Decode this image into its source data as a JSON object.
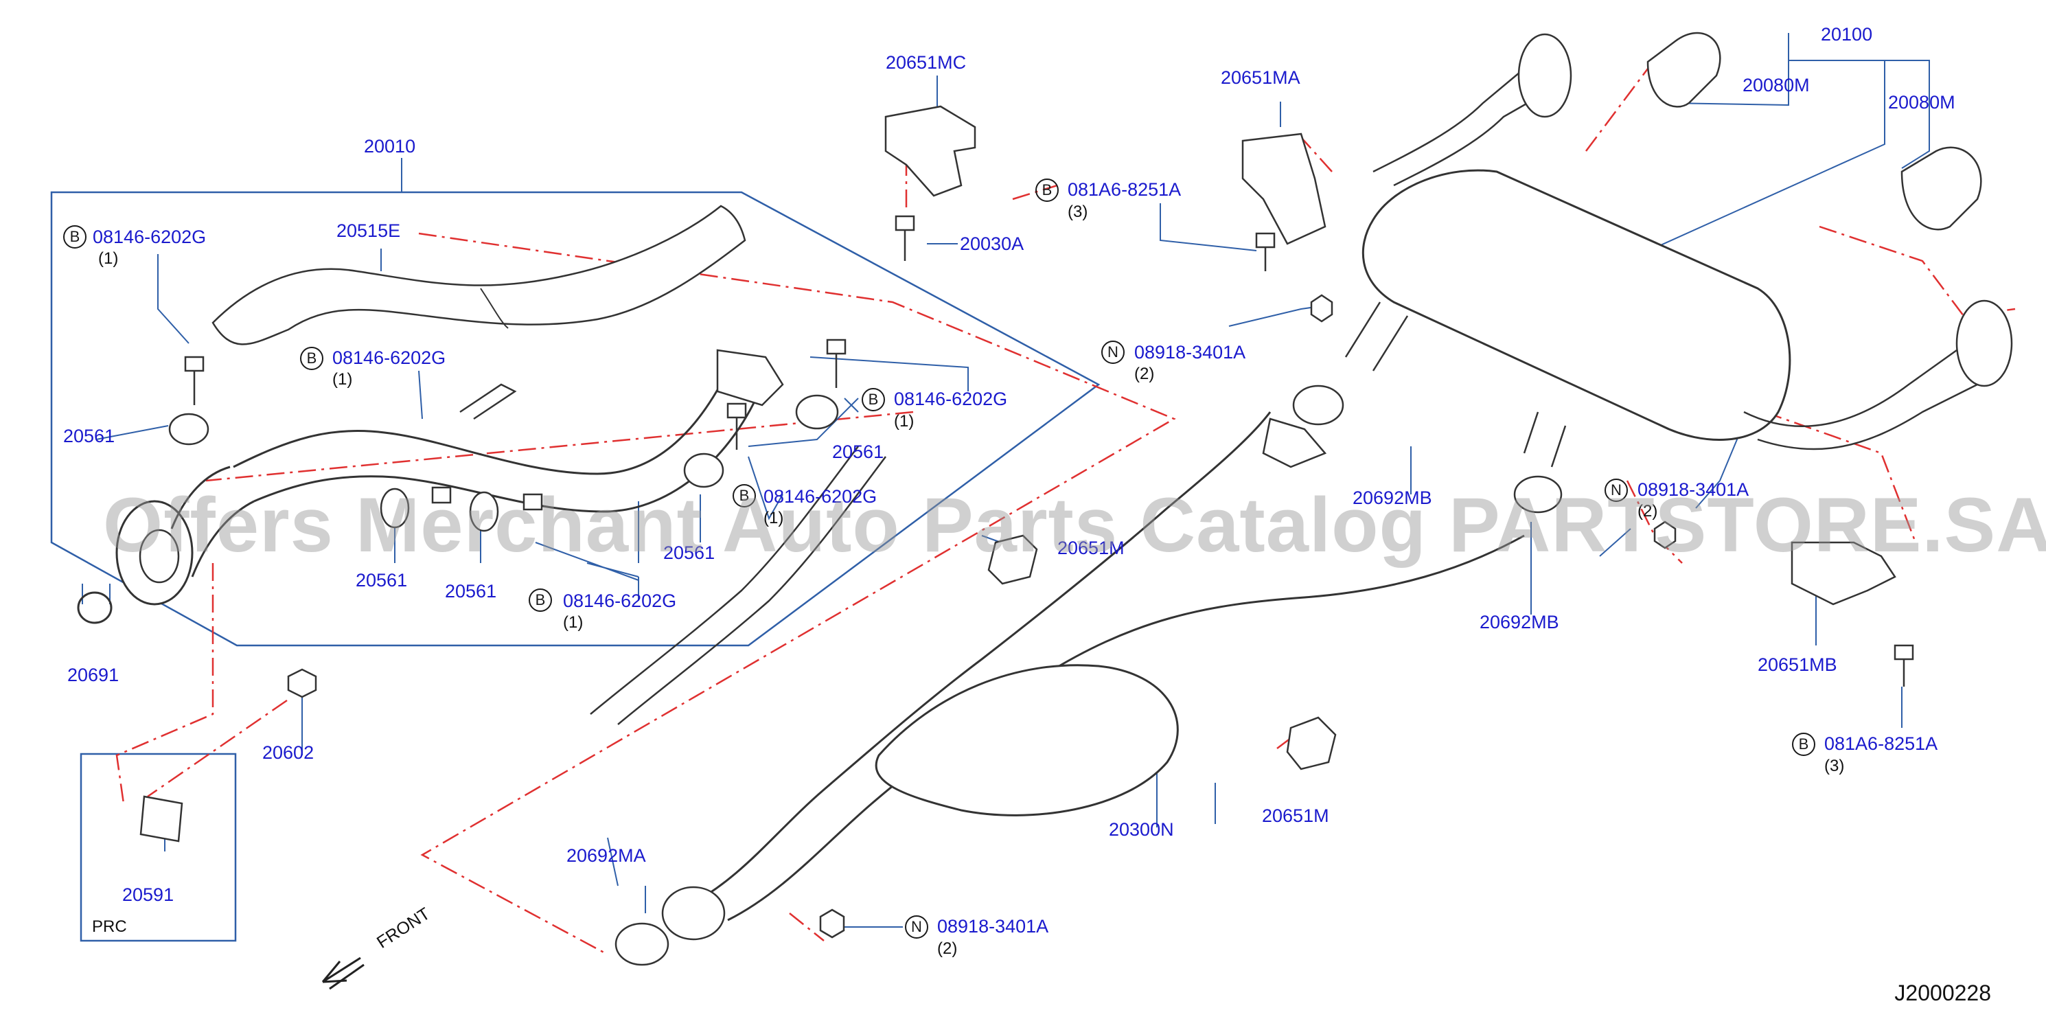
{
  "colors": {
    "callout": "#1a1acd",
    "leader": "#2f5fa8",
    "phantom": "#e03030",
    "part": "#333333"
  },
  "watermark": "Offers Merchant Auto Parts Catalog PARTSTORE.SA",
  "diagram_code": "J2000228",
  "front_label": "FRONT",
  "prc_label": "PRC",
  "labels": {
    "p20010": "20010",
    "p20515E": "20515E",
    "p20651MC": "20651MC",
    "p20030A": "20030A",
    "p20651MA": "20651MA",
    "p20100": "20100",
    "p20080M_a": "20080M",
    "p20080M_b": "20080M",
    "b08146_1": "08146-6202G",
    "b08146_2": "08146-6202G",
    "b08146_3": "08146-6202G",
    "b08146_4": "08146-6202G",
    "b08146_5": "08146-6202G",
    "b081A6_1": "081A6-8251A",
    "b081A6_2": "081A6-8251A",
    "n08918_1": "08918-3401A",
    "n08918_2": "08918-3401A",
    "n08918_3": "08918-3401A",
    "p20561_a": "20561",
    "p20561_b": "20561",
    "p20561_c": "20561",
    "p20561_d": "20561",
    "p20561_e": "20561",
    "p20691": "20691",
    "p20602": "20602",
    "p20591": "20591",
    "p20692MB_a": "20692MB",
    "p20692MB_b": "20692MB",
    "p20651M_a": "20651M",
    "p20651M_b": "20651M",
    "p20651MB": "20651MB",
    "p20300N": "20300N",
    "p20692MA": "20692MA"
  },
  "qty": {
    "q1": "(1)",
    "q2": "(2)",
    "q3": "(3)"
  },
  "badges": {
    "B": "B",
    "N": "N"
  }
}
